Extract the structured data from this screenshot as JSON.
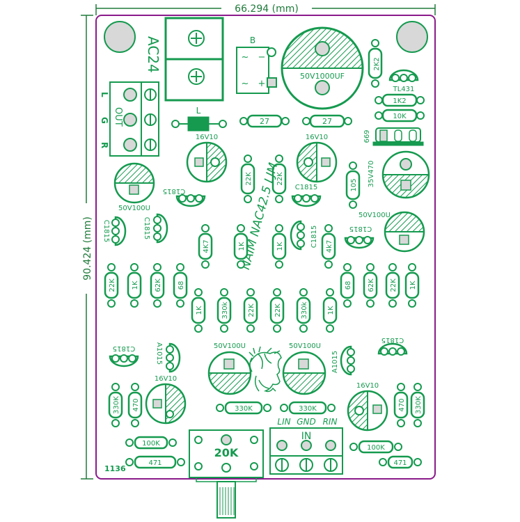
{
  "dimensions": {
    "width_label": "66.294 (mm)",
    "height_label": "90.424 (mm)"
  },
  "board": {
    "title": "NAIM NAC42.5 LJM",
    "code": "1136",
    "colors": {
      "silk": "#159a4f",
      "outline": "#8a1a8a",
      "dim": "#1f7a3a",
      "pad_fill": "#d8d8d8"
    }
  },
  "labels": {
    "ac24": "AC24",
    "bridge": "B",
    "bridge_plus": "+",
    "bridge_minus": "−",
    "bridge_ac1": "~",
    "bridge_ac2": "~",
    "out": "OUT",
    "out_l": "L",
    "out_g": "G",
    "out_r": "R",
    "inductor": "L",
    "in_header": "IN",
    "lin": "LIN",
    "gnd": "GND",
    "rin": "RIN",
    "pot": "20K",
    "tl431": "TL431",
    "t669": "669",
    "cap_big": "50V1000UF",
    "cap_35": "35V470",
    "cap_16_l": "16V10",
    "cap_16_r": "16V10",
    "cap_16_bl": "16V10",
    "cap_16_br": "16V10",
    "cap_50_l": "50V100U",
    "cap_50_r": "50V100U",
    "cap_50_bl": "50V100U",
    "cap_50_br": "50V100U",
    "c105": "105",
    "c1815_a": "C1815",
    "c1815_b": "C1815",
    "c1815_c": "C1815",
    "c1815_d": "C1815",
    "c1815_e": "C1815",
    "c1815_f": "C1815",
    "c1815_g": "C1815",
    "c1815_h": "C1815",
    "a1015_l": "A1015",
    "a1015_r": "A1015"
  },
  "resistors": {
    "r2k2": "2K2",
    "r1k2": "1K2",
    "r10k": "10K",
    "r27a": "27",
    "r27b": "27",
    "r22k_c1": "22K",
    "r22k_c2": "22K",
    "r4k7_l": "4K7",
    "r1k_m1": "1K",
    "r1k_m2": "1K",
    "r4k7_r": "4k7",
    "l_22k": "22K",
    "l_1k": "1K",
    "l_62k": "62K",
    "l_68": "68",
    "r_68": "68",
    "r_62k": "62K",
    "r_22k": "22K",
    "r_1k": "1K",
    "b_1k": "1K",
    "b_330k": "330k",
    "b_22k_1": "22K",
    "b_22k_2": "22K",
    "b_330k_2": "330k",
    "b_1k_2": "1K",
    "bl_330k": "330K",
    "bl_470": "470",
    "br_470": "470",
    "br_330k": "330K",
    "c_330k_1": "330K",
    "c_330k_2": "330K",
    "bl_100k": "100K",
    "bl_471": "471",
    "br_100k": "100K",
    "br_471": "471"
  }
}
